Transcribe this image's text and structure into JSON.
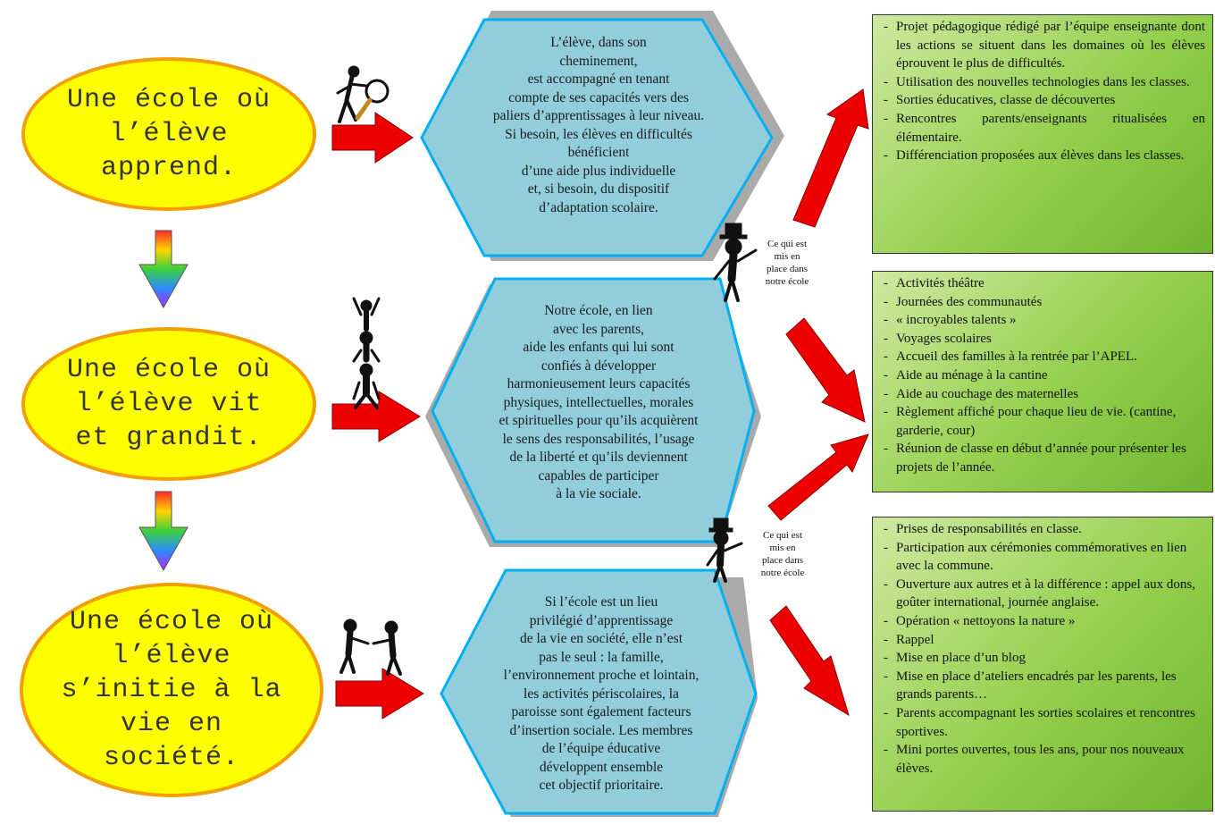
{
  "ellipses": [
    {
      "text": "Une école où\nl’élève\napprend."
    },
    {
      "text": "Une école où\nl’élève vit\net grandit."
    },
    {
      "text": "Une école où\nl’élève\ns’initie à la\nvie en\nsociété."
    }
  ],
  "hexagons": [
    {
      "text": "L’élève, dans son\ncheminement,\nest accompagné en tenant\ncompte de ses capacités vers des\npaliers d’apprentissages à leur niveau.\nSi besoin, les élèves en difficultés\nbénéficient\nd’une aide  plus individuelle\net, si besoin, du dispositif\nd’adaptation scolaire."
    },
    {
      "text": "Notre école, en lien\navec les parents,\naide les enfants qui lui sont\nconfiés à  développer\nharmonieusement leurs capacités\nphysiques, intellectuelles, morales\net spirituelles pour qu’ils acquièrent\nle sens des responsabilités, l’usage\nde la liberté et qu’ils deviennent\ncapables de participer\nà la vie sociale."
    },
    {
      "text": "Si l’école est un lieu\nprivilégié d’apprentissage\nde la vie en société, elle n’est\npas le seul : la famille,\nl’environnement proche et lointain,\nles activités périscolaires, la\nparoisse sont également facteurs\nd’insertion sociale. Les membres\nde l’équipe éducative\ndéveloppent ensemble\ncet objectif prioritaire."
    }
  ],
  "place_labels": [
    "Ce qui est\nmis en\nplace dans\nnotre école",
    "Ce qui est\nmis en\nplace dans\nnotre école"
  ],
  "boxes": [
    {
      "items": [
        "Projet pédagogique rédigé par l’équipe enseignante dont les actions se situent dans les domaines où les élèves éprouvent le plus de difficultés.",
        "Utilisation des nouvelles technologies dans les classes.",
        "Sorties éducatives, classe de découvertes",
        "Rencontres parents/enseignants ritualisées en élémentaire.",
        "Différenciation proposées aux élèves dans les classes."
      ]
    },
    {
      "items": [
        "Activités théâtre",
        "Journées des communautés",
        "« incroyables talents »",
        "Voyages scolaires",
        "Accueil des familles à la rentrée par l’APEL.",
        "Aide au ménage à la cantine",
        "Aide au couchage des maternelles",
        "Règlement affiché pour chaque lieu de vie. (cantine, garderie, cour)",
        "Réunion de classe en début d’année pour présenter les projets de l’année."
      ]
    },
    {
      "items": [
        "Prises de responsabilités en classe.",
        "Participation aux cérémonies commémoratives en lien avec la commune.",
        "Ouverture aux autres et à la différence : appel aux dons, goûter international, journée anglaise.",
        "Opération « nettoyons la nature »",
        "Rappel",
        "Mise en place d’un blog",
        "Mise en place d’ateliers encadrés par les parents, les grands parents…",
        "Parents accompagnant les sorties scolaires et rencontres sportives.",
        "Mini portes ouvertes, tous les ans, pour nos nouveaux élèves."
      ]
    }
  ],
  "colors": {
    "ellipse_fill": "#ffff00",
    "ellipse_border": "#f29f05",
    "hexagon_fill": "#92cddc",
    "hexagon_border": "#00b0f0",
    "arrow_red": "#ee0000",
    "box_green": "#92d050"
  },
  "icons": [
    "magnifier-figure-icon",
    "acrobat-tower-icon",
    "handshake-icon",
    "top-hat-figure-icon",
    "rainbow-down-arrow-icon"
  ]
}
